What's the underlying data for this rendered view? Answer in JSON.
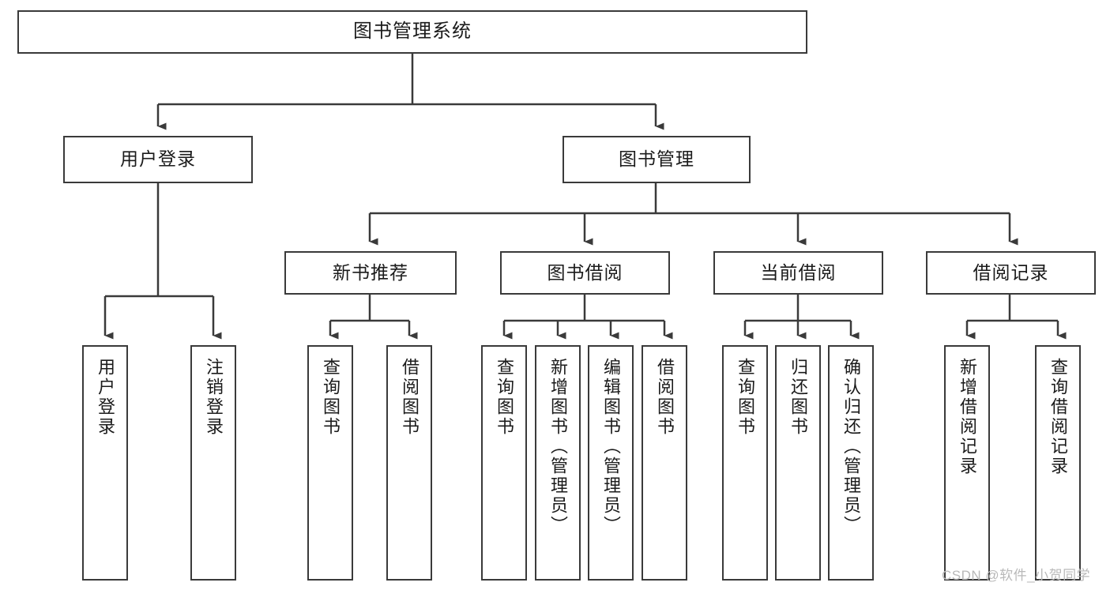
{
  "diagram": {
    "type": "tree-hierarchy",
    "root": {
      "id": "root",
      "label": "图书管理系统"
    },
    "level1": [
      {
        "id": "user-login",
        "label": "用户登录"
      },
      {
        "id": "book-manage",
        "label": "图书管理"
      }
    ],
    "level2": [
      {
        "id": "new-book-rec",
        "label": "新书推荐",
        "parent": "book-manage"
      },
      {
        "id": "book-borrow",
        "label": "图书借阅",
        "parent": "book-manage"
      },
      {
        "id": "current-borrow",
        "label": "当前借阅",
        "parent": "book-manage"
      },
      {
        "id": "borrow-record",
        "label": "借阅记录",
        "parent": "book-manage"
      }
    ],
    "leaves": [
      {
        "id": "leaf-user-login",
        "label": "用户登录",
        "parent": "user-login"
      },
      {
        "id": "leaf-logout",
        "label": "注销登录",
        "parent": "user-login"
      },
      {
        "id": "leaf-query-book-1",
        "label": "查询图书",
        "parent": "new-book-rec"
      },
      {
        "id": "leaf-borrow-book-1",
        "label": "借阅图书",
        "parent": "new-book-rec"
      },
      {
        "id": "leaf-query-book-2",
        "label": "查询图书",
        "parent": "book-borrow"
      },
      {
        "id": "leaf-add-book",
        "label": "新增图书（管理员）",
        "parent": "book-borrow"
      },
      {
        "id": "leaf-edit-book",
        "label": "编辑图书（管理员）",
        "parent": "book-borrow"
      },
      {
        "id": "leaf-borrow-book-2",
        "label": "借阅图书",
        "parent": "book-borrow"
      },
      {
        "id": "leaf-query-book-3",
        "label": "查询图书",
        "parent": "current-borrow"
      },
      {
        "id": "leaf-return-book",
        "label": "归还图书",
        "parent": "current-borrow"
      },
      {
        "id": "leaf-confirm-return",
        "label": "确认归还（管理员）",
        "parent": "current-borrow"
      },
      {
        "id": "leaf-add-record",
        "label": "新增借阅记录",
        "parent": "borrow-record"
      },
      {
        "id": "leaf-query-record",
        "label": "查询借阅记录",
        "parent": "borrow-record"
      }
    ]
  },
  "watermark": {
    "text": "CSDN @软件_小贺同学"
  },
  "colors": {
    "stroke": "#3a3a3a",
    "background": "#ffffff",
    "text": "#1b1b1b",
    "watermark": "#b9b9b9"
  }
}
